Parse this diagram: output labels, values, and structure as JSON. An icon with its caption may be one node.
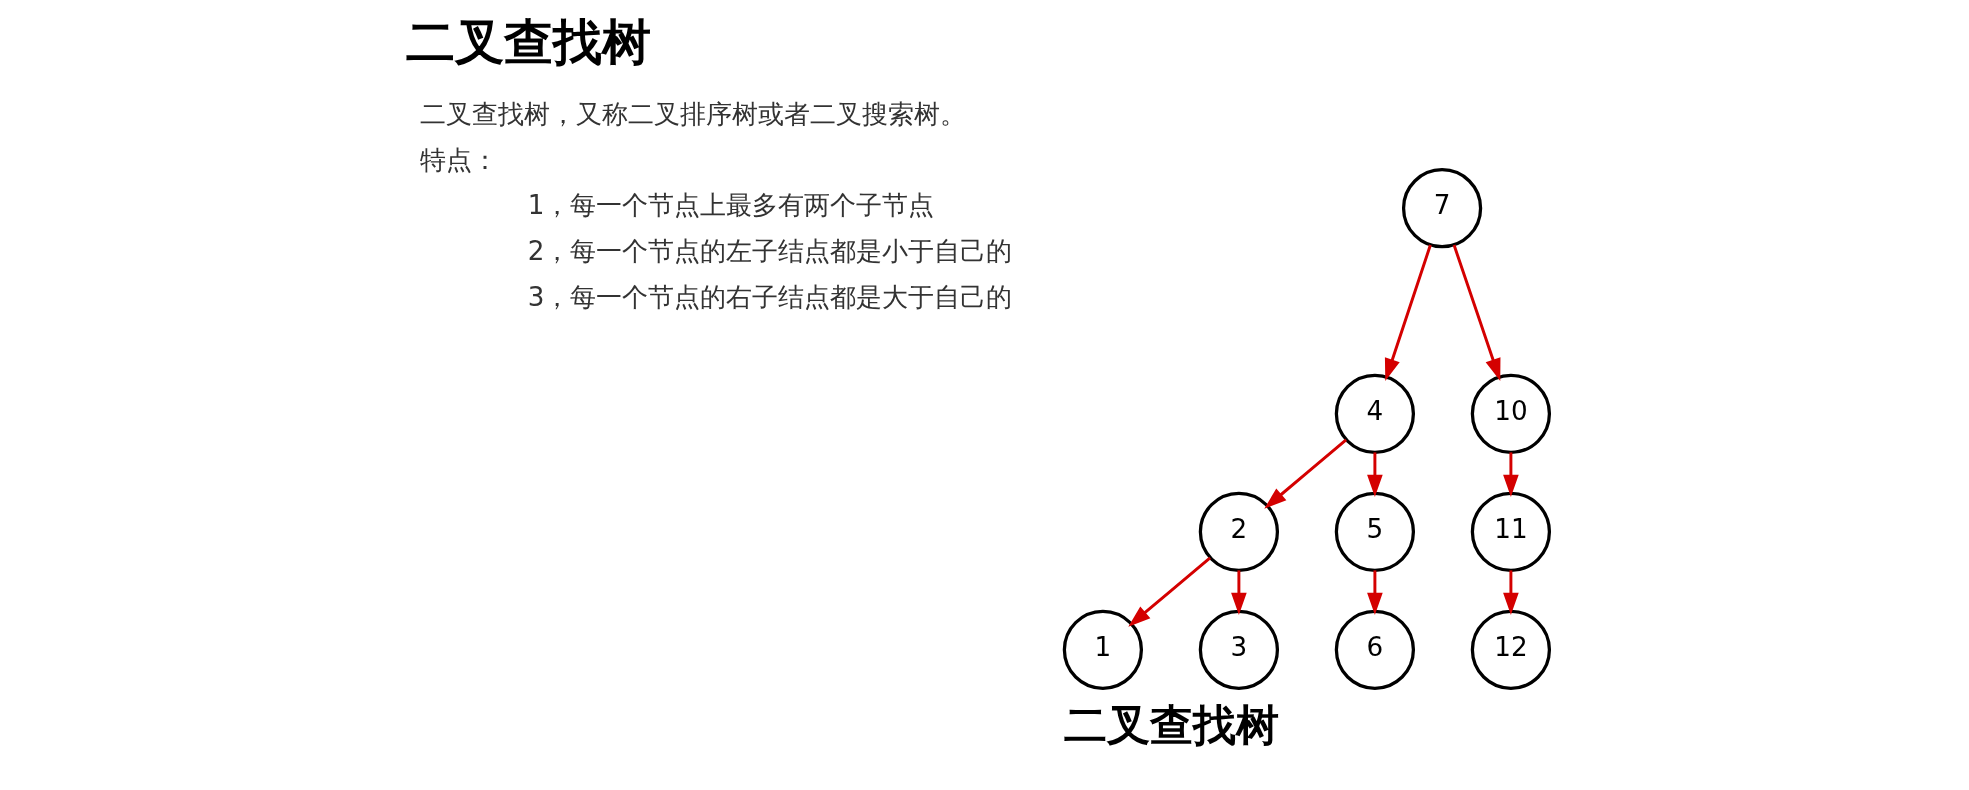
{
  "diagram": {
    "title": "二叉查找树",
    "caption": "二叉查找树",
    "nodes": [
      {
        "text": [
          "7"
        ]
      },
      {
        "text": [
          "4"
        ]
      },
      {
        "text": [
          "10"
        ]
      },
      {
        "text": [
          "2"
        ]
      },
      {
        "text": [
          "5"
        ]
      },
      {
        "text": [
          "11"
        ]
      },
      {
        "text": [
          "1"
        ]
      },
      {
        "text": [
          "3"
        ]
      },
      {
        "text": [
          "6"
        ]
      },
      {
        "text": [
          "12"
        ]
      }
    ],
    "edges": [
      {
        "from": 0,
        "to": 1,
        "arrow": "to"
      },
      {
        "from": 0,
        "to": 2,
        "arrow": "to"
      },
      {
        "from": 1,
        "to": 3,
        "arrow": "to"
      },
      {
        "from": 1,
        "to": 4,
        "arrow": "to"
      },
      {
        "from": 2,
        "to": 5,
        "arrow": "to"
      },
      {
        "from": 3,
        "to": 6,
        "arrow": "to"
      },
      {
        "from": 3,
        "to": 7,
        "arrow": "to"
      },
      {
        "from": 4,
        "to": 8,
        "arrow": "to"
      },
      {
        "from": 5,
        "to": 9,
        "arrow": "to"
      }
    ],
    "labels": [
      "二叉查找树，又称二叉排序树或者二叉搜索树。",
      "特点：",
      "1，每一个节点上最多有两个子节点",
      "2，每一个节点的左子结点都是小于自己的",
      "3，每一个节点的右子结点都是大于自己的"
    ]
  }
}
